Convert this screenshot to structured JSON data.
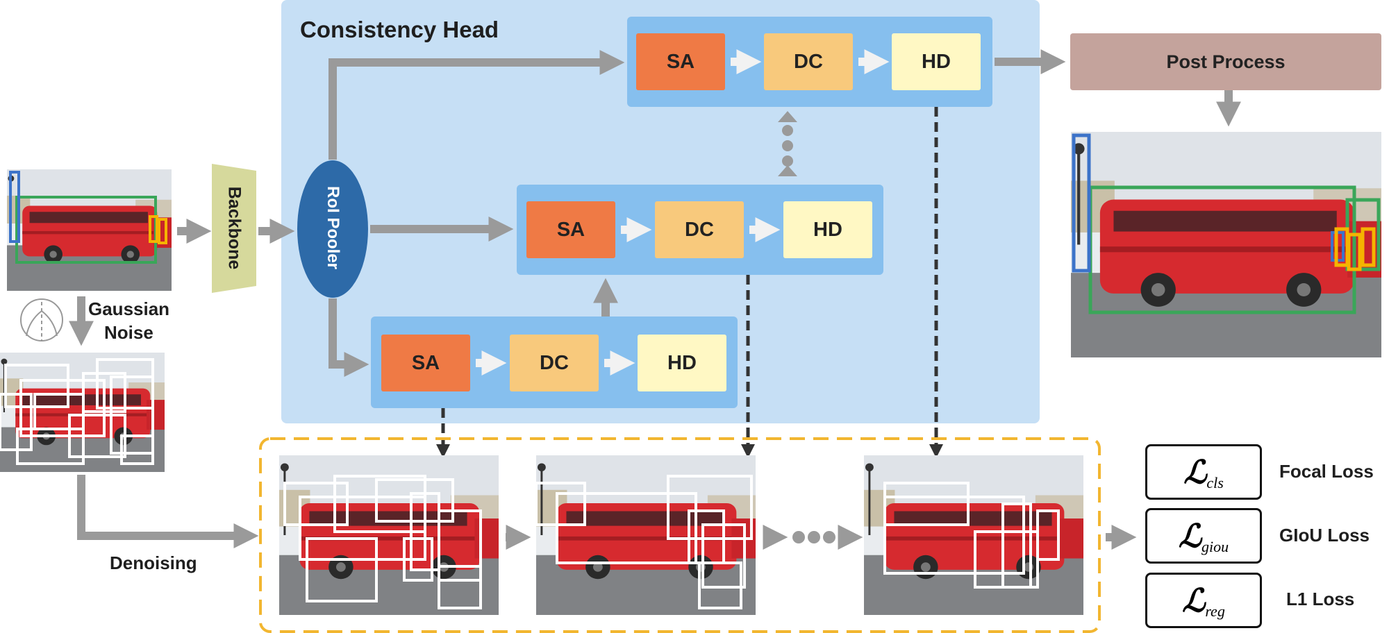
{
  "consistency_head": {
    "title": "Consistency Head"
  },
  "backbone": {
    "label": "Backbone"
  },
  "roi_pooler": {
    "label": "RoI Pooler"
  },
  "post_process": {
    "label": "Post  Process"
  },
  "stages": [
    {
      "sa": "SA",
      "dc": "DC",
      "hd": "HD"
    },
    {
      "sa": "SA",
      "dc": "DC",
      "hd": "HD"
    },
    {
      "sa": "SA",
      "dc": "DC",
      "hd": "HD"
    }
  ],
  "noise": {
    "label_line1": "Gaussian",
    "label_line2": "Noise"
  },
  "denoising": {
    "label": "Denoising"
  },
  "losses": [
    {
      "symbol": "ℒ",
      "subscript": "cls",
      "name": "Focal Loss"
    },
    {
      "symbol": "ℒ",
      "subscript": "giou",
      "name": "GIoU Loss"
    },
    {
      "symbol": "ℒ",
      "subscript": "reg",
      "name": "L1 Loss"
    }
  ],
  "colors": {
    "panel": "#c6dff5",
    "stage": "#86bfee",
    "sa": "#ef7a45",
    "dc": "#f8c97c",
    "hd": "#fff8c4",
    "arrow": "#999999",
    "backbone": "#d6d99c",
    "roi_pooler": "#2d6aa8",
    "post_process": "#c4a39c",
    "dashed_frame": "#f2b630",
    "box_green": "#3aa659",
    "box_blue": "#3c73c9",
    "box_yellow": "#f5b400"
  }
}
